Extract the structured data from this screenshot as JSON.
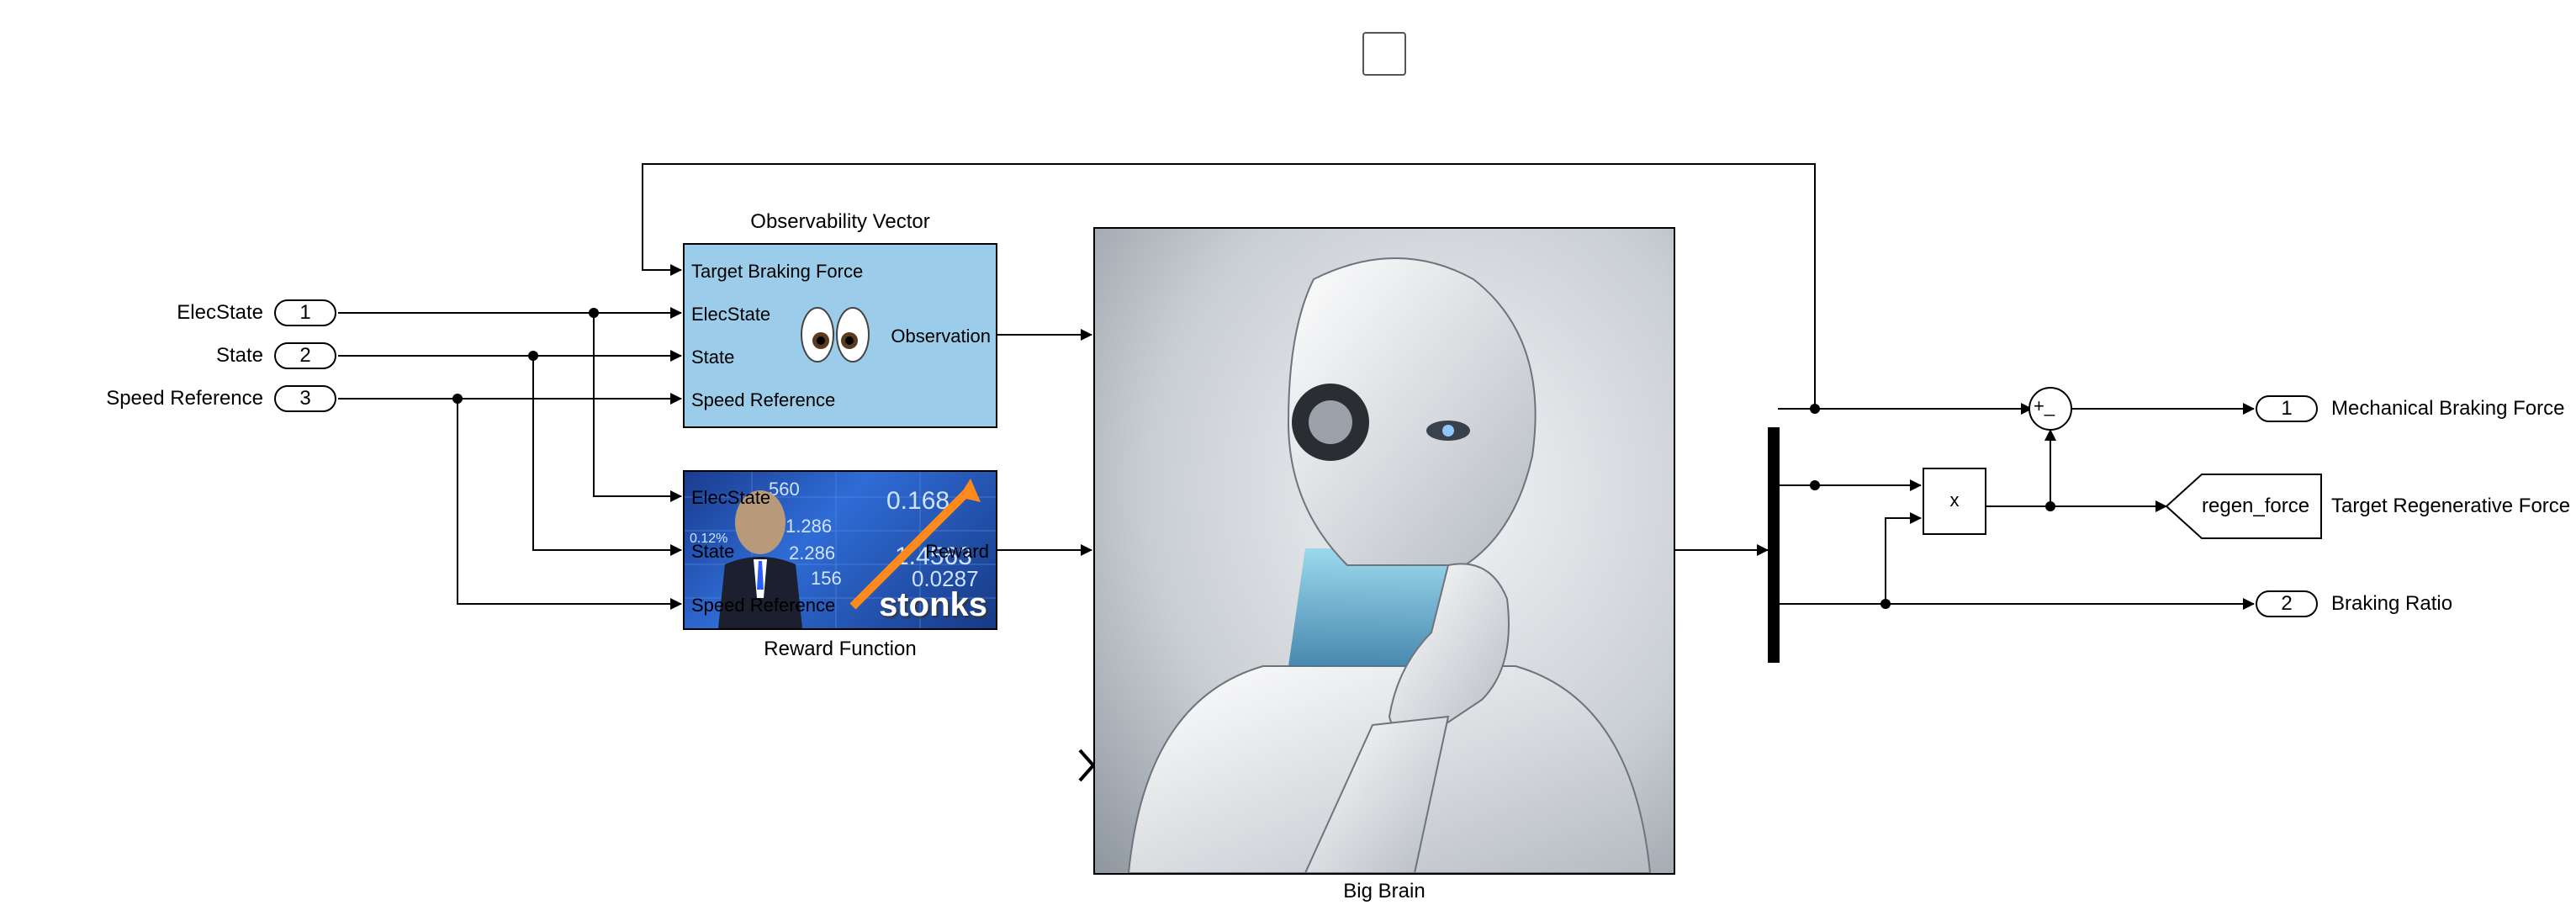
{
  "inports": [
    {
      "label": "ElecState",
      "number": "1"
    },
    {
      "label": "State",
      "number": "2"
    },
    {
      "label": "Speed Reference",
      "number": "3"
    }
  ],
  "observability": {
    "title": "Observability Vector",
    "inputs": [
      "Target Braking Force",
      "ElecState",
      "State",
      "Speed Reference"
    ],
    "output": "Observation",
    "icon": "eyes-icon"
  },
  "reward": {
    "title": "Reward Function",
    "inputs": [
      "ElecState",
      "State",
      "Speed Reference"
    ],
    "output": "Reward",
    "image_text": "stonks",
    "ticker_numbers": [
      "560",
      "0.168",
      "1.286",
      "0.12%",
      "2.286",
      "1.4563",
      "156",
      "0.0287"
    ]
  },
  "agent": {
    "title": "Big Brain",
    "icon": "robot-thinking-image"
  },
  "multiply_block": {
    "symbol": "x"
  },
  "sum_block": {
    "signs": "+_"
  },
  "goto_block": {
    "tag": "regen_force"
  },
  "outputs": [
    {
      "number": "1",
      "label": "Mechanical Braking Force"
    },
    {
      "label": "Target Regenerative Force"
    },
    {
      "number": "2",
      "label": "Braking Ratio"
    }
  ],
  "colors": {
    "observability_fill": "#9bcdea",
    "reward_bg": "#2f6cd6",
    "line": "#000000"
  }
}
